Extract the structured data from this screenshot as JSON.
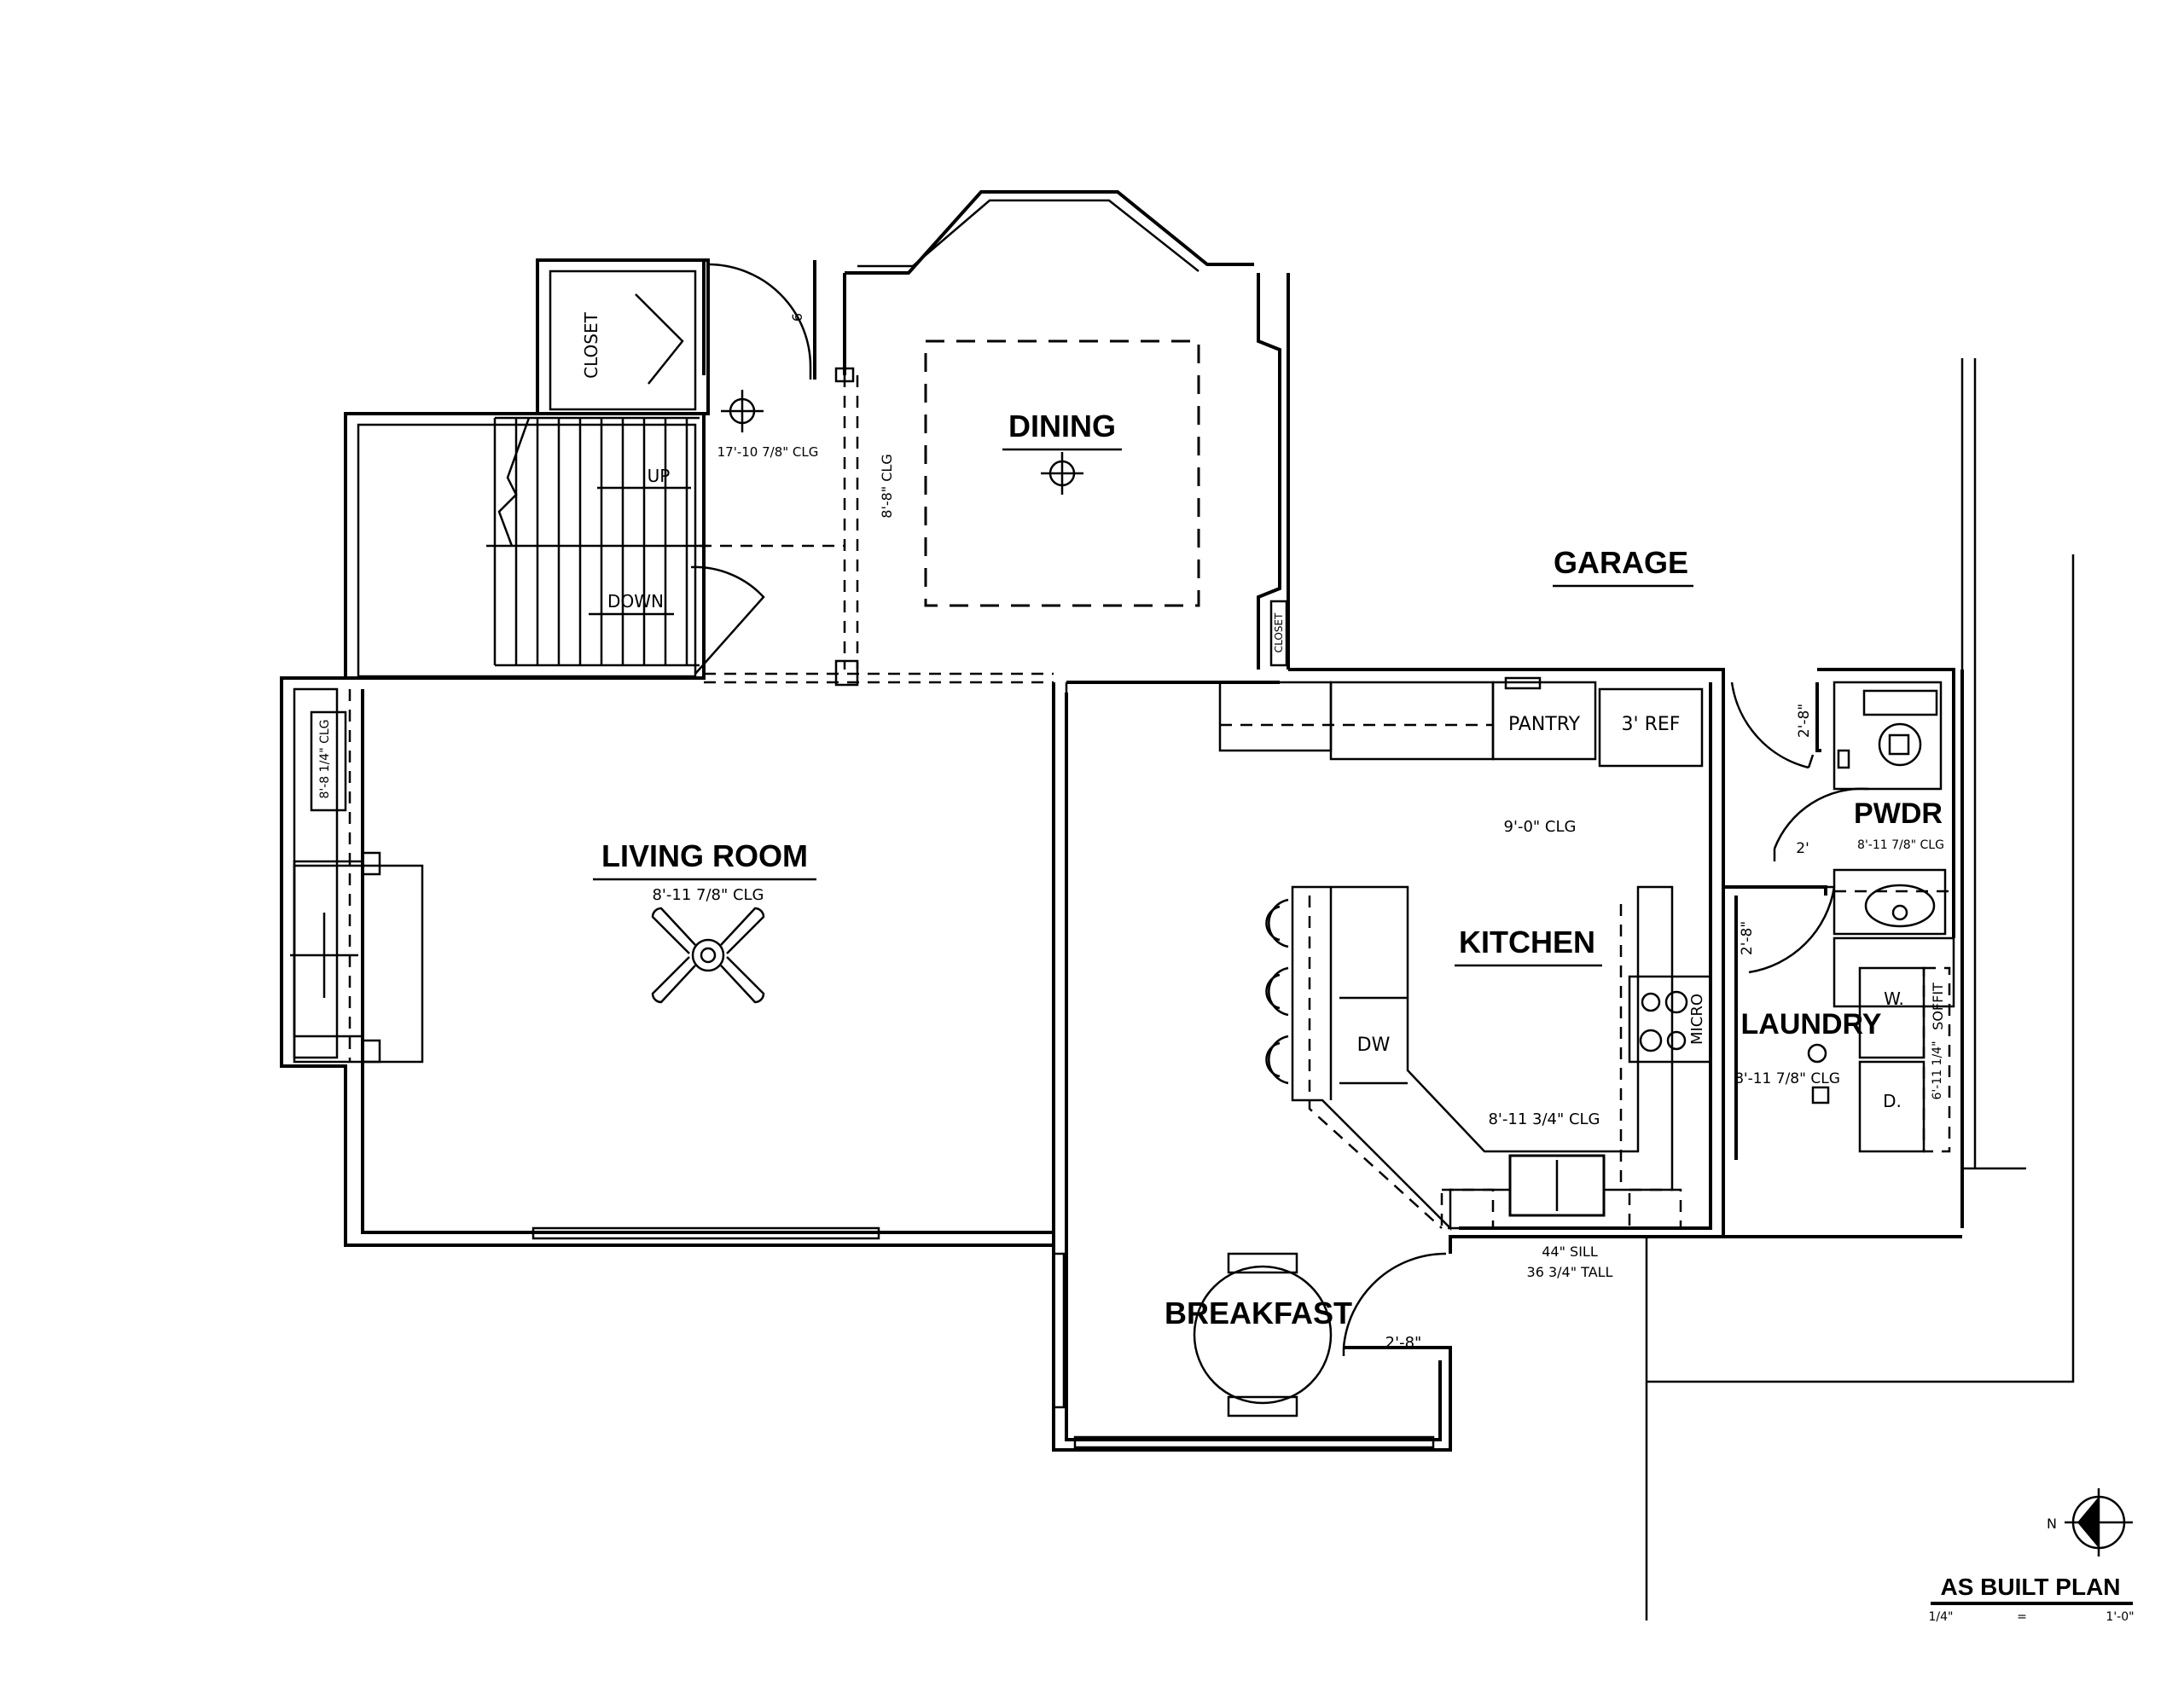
{
  "rooms": {
    "dining": "DINING",
    "garage": "GARAGE",
    "living_room": "LIVING ROOM",
    "kitchen": "KITCHEN",
    "breakfast": "BREAKFAST",
    "laundry": "LAUNDRY",
    "pwdr": "PWDR"
  },
  "ceilings": {
    "entry": "17'-10 7/8\" CLG",
    "dining": "8'-8\" CLG",
    "living": "8'-11 7/8\" CLG",
    "fireplace": "8'-8 1/4\" CLG",
    "kitchen_upper": "9'-0\" CLG",
    "kitchen": "8'-11 3/4\" CLG",
    "pwdr": "8'-11 7/8\" CLG",
    "laundry": "8'-11 7/8\" CLG",
    "soffit": "6'-11 1/4\""
  },
  "labels": {
    "closet": "CLOSET",
    "up": "UP",
    "down": "DOWN",
    "pantry": "PANTRY",
    "ref": "3' REF",
    "dw": "DW",
    "micro": "MICRO",
    "washer": "W.",
    "dryer": "D.",
    "soffit": "SOFFIT",
    "sill_1": "44\" SILL",
    "sill_2": "36 3/4\" TALL",
    "entry_door_dim": "6",
    "closet_small": "CLOSET",
    "dim_pwdr_door": "2'-8\"",
    "dim_pwdr_2": "2'",
    "dim_laundry_door": "2'-8\"",
    "dim_breakfast_door": "2'-8\""
  },
  "title_block": {
    "title": "AS BUILT PLAN",
    "scale_left": "1/4\"",
    "scale_mid": "=",
    "scale_right": "1'-0\"",
    "north_label": "N"
  }
}
